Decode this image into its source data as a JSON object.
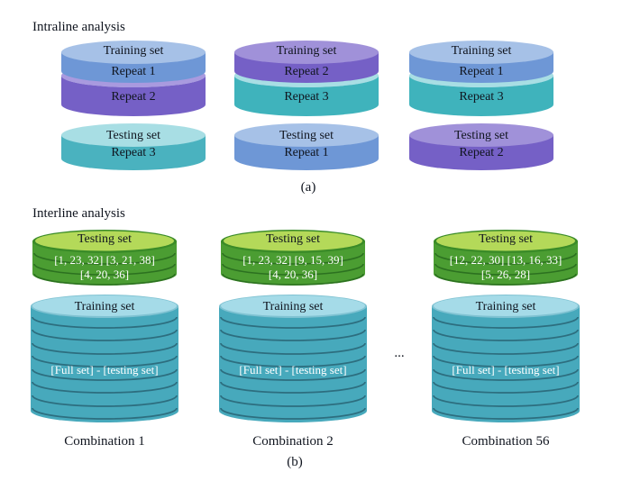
{
  "a": {
    "title": "Intraline analysis",
    "panel_label": "(a)",
    "stacks": [
      {
        "training_label": "Training set",
        "repeat_top": "Repeat 1",
        "repeat_bottom": "Repeat 2",
        "testing_label": "Testing set",
        "testing_repeat": "Repeat 3",
        "colors": {
          "train_top": "#a6c1e7",
          "train_side": "#6e97d6",
          "lower_top": "#a99adf",
          "lower_side": "#7560c6",
          "test_top": "#a8dee4",
          "test_side": "#4ab2bf"
        }
      },
      {
        "training_label": "Training set",
        "repeat_top": "Repeat 2",
        "repeat_bottom": "Repeat 3",
        "testing_label": "Testing set",
        "testing_repeat": "Repeat 1",
        "colors": {
          "train_top": "#a091d9",
          "train_side": "#7560c6",
          "lower_top": "#a8dee4",
          "lower_side": "#3fb3bc",
          "test_top": "#a6c1e7",
          "test_side": "#6e97d6"
        }
      },
      {
        "training_label": "Training set",
        "repeat_top": "Repeat 1",
        "repeat_bottom": "Repeat 3",
        "testing_label": "Testing set",
        "testing_repeat": "Repeat 2",
        "colors": {
          "train_top": "#a6c1e7",
          "train_side": "#6e97d6",
          "lower_top": "#a8dee4",
          "lower_side": "#3fb3bc",
          "test_top": "#a091d9",
          "test_side": "#7560c6"
        }
      }
    ]
  },
  "b": {
    "title": "Interline analysis",
    "panel_label": "(b)",
    "ellipsis": "...",
    "colors": {
      "testing_top": "#b4d959",
      "testing_top_rim": "#3a8b28",
      "testing_side": "#4b9d32",
      "testing_arc": "#2c7120",
      "training_top": "#a5dbe8",
      "training_top_rim": "#7fc2d2",
      "training_side": "#47a9bc",
      "training_arc": "#2d6e7f",
      "value_text": "#ffffff"
    },
    "columns": [
      {
        "testing_label": "Testing set",
        "testing_values_line1": "[1, 23, 32] [3, 21, 38]",
        "testing_values_line2": "[4, 20, 36]",
        "training_label": "Training set",
        "training_formula": "[Full set] - [testing set]",
        "combination_label": "Combination 1"
      },
      {
        "testing_label": "Testing set",
        "testing_values_line1": "[1, 23, 32] [9, 15, 39]",
        "testing_values_line2": "[4, 20, 36]",
        "training_label": "Training set",
        "training_formula": "[Full set] - [testing set]",
        "combination_label": "Combination 2"
      },
      {
        "testing_label": "Testing set",
        "testing_values_line1": "[12, 22, 30] [13, 16, 33]",
        "testing_values_line2": "[5, 26, 28]",
        "training_label": "Training set",
        "training_formula": "[Full set] - [testing set]",
        "combination_label": "Combination 56"
      }
    ]
  }
}
